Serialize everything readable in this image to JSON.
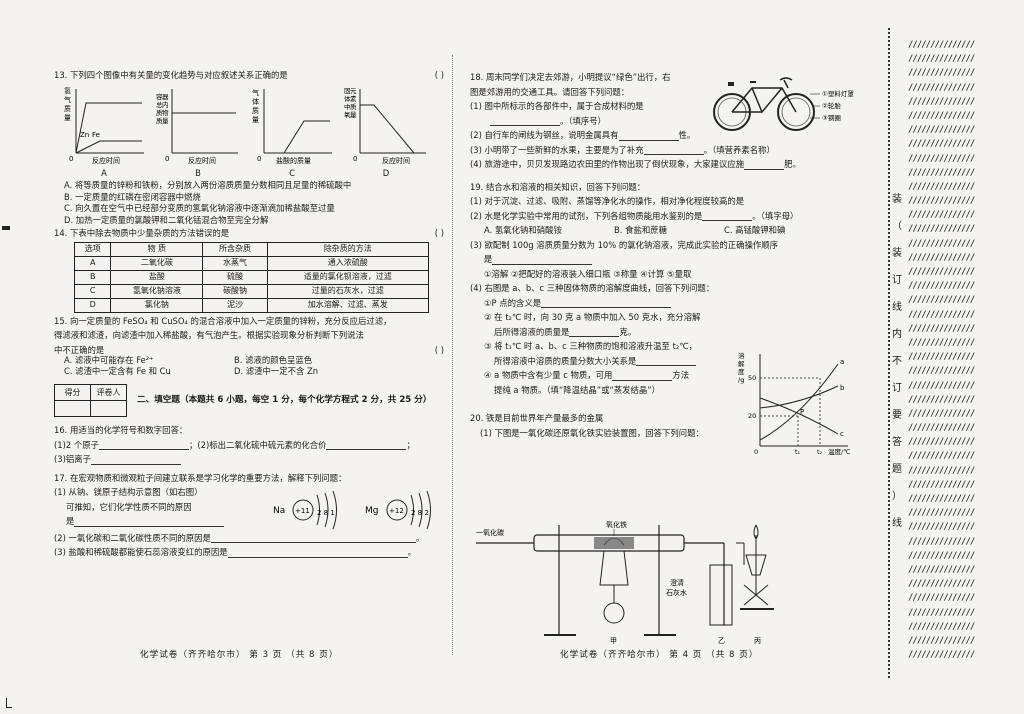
{
  "left": {
    "q13": {
      "stem": "13. 下列四个图像中有关量的变化趋势与对应叙述关系正确的是",
      "paren": "(          )",
      "graphs": [
        {
          "letter": "A",
          "ylabel": "氢气质量",
          "xlabel": "反应时间",
          "labels": [
            "Zn",
            "Fe"
          ],
          "origin": "0"
        },
        {
          "letter": "B",
          "ylabel": "容器总内质物质量",
          "xlabel": "反应时间",
          "origin": "0"
        },
        {
          "letter": "C",
          "ylabel": "气体质量",
          "xlabel": "盐酸的质量",
          "origin": "0"
        },
        {
          "letter": "D",
          "ylabel": "固元体素中质氧量",
          "xlabel": "反应时间",
          "origin": "0"
        }
      ],
      "options": [
        "A. 将等质量的锌粉和铁粉，分别放入两份溶质质量分数相同且足量的稀硫酸中",
        "B. 一定质量的红磷在密闭容器中燃烧",
        "C. 向久置在空气中已经部分变质的氢氧化钠溶液中逐渐滴加稀盐酸至过量",
        "D. 加热一定质量的氯酸钾和二氧化锰混合物至完全分解"
      ]
    },
    "q14": {
      "stem": "14. 下表中除去物质中少量杂质的方法错误的是",
      "paren": "(          )",
      "headers": [
        "选项",
        "物 质",
        "所含杂质",
        "除杂质的方法"
      ],
      "rows": [
        [
          "A",
          "二氧化碳",
          "水蒸气",
          "通入浓硫酸"
        ],
        [
          "B",
          "盐酸",
          "硫酸",
          "适量的氯化钡溶液，过滤"
        ],
        [
          "C",
          "氢氧化钠溶液",
          "碳酸钠",
          "过量的石灰水，过滤"
        ],
        [
          "D",
          "氯化钠",
          "泥沙",
          "加水溶解、过滤、蒸发"
        ]
      ]
    },
    "q15": {
      "stem1": "15. 向一定质量的 FeSO₄ 和 CuSO₄ 的混合溶液中加入一定质量的锌粉，充分反应后过滤，",
      "stem2": "得滤液和滤渣，向滤渣中加入稀盐酸，有气泡产生。根据实验现象分析判断下列说法",
      "stem3": "中不正确的是",
      "paren": "(          )",
      "options": [
        "A. 滤液中可能存在 Fe²⁺",
        "B. 滤液的颜色呈蓝色",
        "C. 滤渣中一定含有 Fe 和 Cu",
        "D. 滤渣中一定不含 Zn"
      ]
    },
    "section": {
      "score": "得分",
      "grader": "评卷人",
      "title": "二、填空题（本题共 6 小题，每空 1 分，每个化学方程式 2 分，共 25 分）"
    },
    "q16": {
      "stem": "16. 用适当的化学符号和数字回答：",
      "line1a": "(1)2 个原子",
      "line1b": "；(2)标出二氧化硫中硫元素的化合价",
      "line1c": "；",
      "line2": "(3)铝离子"
    },
    "q17": {
      "stem": "17. 在宏观物质和微观粒子间建立联系是学习化学的重要方法，解释下列问题：",
      "s1": "(1) 从钠、镁原子结构示意图（如右图）",
      "s1b": "可推知，它们化学性质不同的原因",
      "s1c": "是",
      "na": "Na",
      "na_nuc": "+11",
      "na_e": "2 8 1",
      "mg": "Mg",
      "mg_nuc": "+12",
      "mg_e": "2 8 2",
      "s2": "(2) 一氧化碳和二氧化碳性质不同的原因是",
      "s3": "(3) 盐酸和稀硫酸都能使石蕊溶液变红的原因是",
      "dot": "。"
    },
    "footer": "化学试卷（齐齐哈尔市） 第 3 页 （共 8 页）"
  },
  "right": {
    "q18": {
      "l1": "18. 周末同学们决定去郊游，小明提议“绿色”出行，右",
      "l2": "图是郊游用的交通工具。请回答下列问题：",
      "l3": "(1) 图中所标示的各部件中，属于合成材料的是",
      "l4": "。（填序号）",
      "l5a": "(2) 自行车的闸线为钢丝，说明金属具有",
      "l5b": "性。",
      "l6a": "(3) 小明带了一些新鲜的水果，主要是为了补充",
      "l6b": "。（填营养素名称）",
      "l7a": "(4) 旅游途中，贝贝发现路边农田里的作物出现了倒伏现象，大家建议应施",
      "l7b": "肥。",
      "bike_labels": [
        "①塑料灯罩",
        "②轮胎",
        "③钢圈"
      ]
    },
    "q19": {
      "stem": "19. 结合水和溶液的相关知识，回答下列问题：",
      "l1": "(1) 对于沉淀、过滤、吸附、蒸馏等净化水的操作，相对净化程度较高的是",
      "l2a": "(2) 水是化学实验中常用的试剂，下列各组物质能用水鉴别的是",
      "l2b": "。（填字母）",
      "opts": [
        "A. 氢氧化钠和硝酸铵",
        "B. 食盐和蔗糖",
        "C. 高锰酸钾和碘"
      ],
      "l3": "(3) 欲配制 100g 溶质质量分数为 10% 的氯化钠溶液，完成此实验的正确操作顺序",
      "l3b": "是",
      "steps": "①溶解  ②把配好的溶液装入细口瓶  ③称量  ④计算  ⑤量取",
      "l4": "(4) 右图是 a、b、c 三种固体物质的溶解度曲线，回答下列问题：",
      "l4a": "①P 点的含义是",
      "l4b": "② 在 t₂℃ 时，向 30 克 a 物质中加入 50 克水，充分溶解",
      "l4b2": "后所得溶液的质量是",
      "l4b3": "克。",
      "l4c": "③ 将 t₁℃ 时 a、b、c 三种物质的饱和溶液升温至 t₂℃，",
      "l4c2": "所得溶液中溶质的质量分数大小关系是",
      "l4d": "④ a 物质中含有少量 c 物质，可用",
      "l4d2": "方法",
      "l4d3": "提纯 a 物质。（填“降温结晶”或“蒸发结晶”）",
      "chart": {
        "ylabel": "溶解度/g",
        "y50": "50",
        "y20": "20",
        "xlabel": "温度/℃",
        "t1": "t₁",
        "t2": "t₂",
        "origin": "0",
        "p": "P",
        "a": "a",
        "b": "b",
        "c": "c"
      }
    },
    "q20": {
      "stem": "20. 铁是目前世界年产量最多的金属",
      "l1": "(1) 下图是一氧化碳还原氧化铁实验装置图，回答下列问题：",
      "co": "一氧化碳",
      "fe2o3": "氧化铁",
      "limewater": "澄清石灰水",
      "jia": "甲",
      "yi": "乙",
      "bing": "丙"
    },
    "footer": "化学试卷（齐齐哈尔市） 第 4 页 （共 8 页）"
  },
  "binding": {
    "chars": [
      "装",
      "（",
      "装",
      "订",
      "线",
      "内",
      "不",
      "订",
      "要",
      "答",
      "题",
      "）",
      "线"
    ],
    "hatch": "///////////////"
  }
}
